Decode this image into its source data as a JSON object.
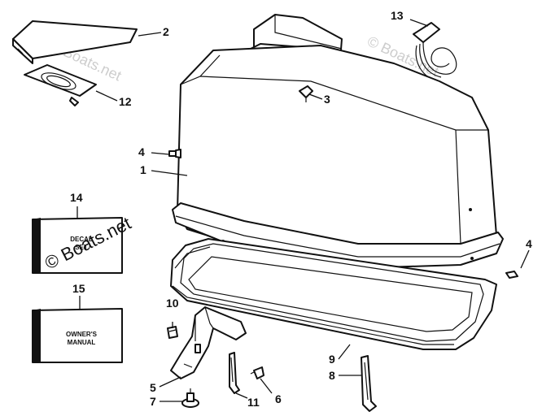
{
  "callouts": [
    {
      "id": "1",
      "label": "1"
    },
    {
      "id": "2",
      "label": "2"
    },
    {
      "id": "3",
      "label": "3"
    },
    {
      "id": "4a",
      "label": "4"
    },
    {
      "id": "4b",
      "label": "4"
    },
    {
      "id": "5",
      "label": "5"
    },
    {
      "id": "6",
      "label": "6"
    },
    {
      "id": "7",
      "label": "7"
    },
    {
      "id": "8",
      "label": "8"
    },
    {
      "id": "9",
      "label": "9"
    },
    {
      "id": "10",
      "label": "10"
    },
    {
      "id": "11",
      "label": "11"
    },
    {
      "id": "12",
      "label": "12"
    },
    {
      "id": "13",
      "label": "13"
    },
    {
      "id": "14",
      "label": "14"
    },
    {
      "id": "15",
      "label": "15"
    }
  ],
  "boxes": {
    "decal": {
      "line1": "DECAL",
      "line2": "SET"
    },
    "manual": {
      "line1": "OWNER'S",
      "line2": "MANUAL"
    }
  },
  "watermark": {
    "text": "© Boats.net"
  }
}
